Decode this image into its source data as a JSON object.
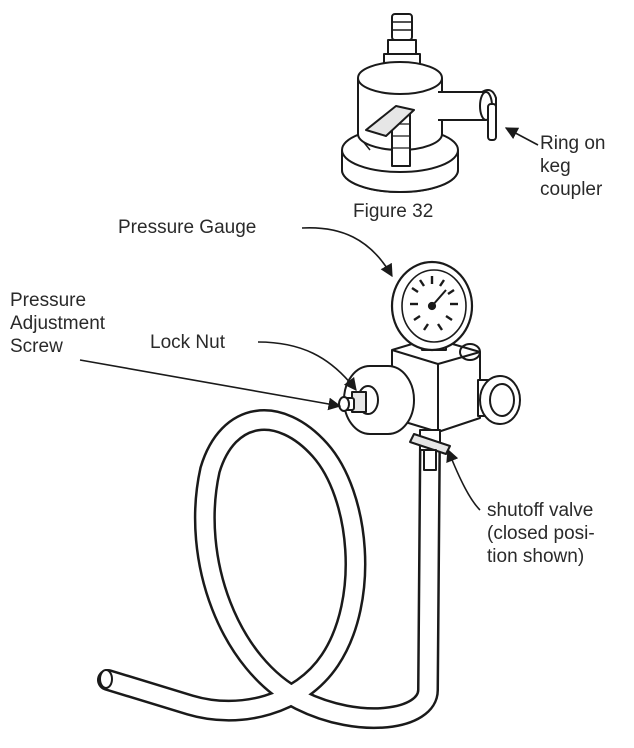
{
  "figure": {
    "caption": "Figure 32"
  },
  "labels": {
    "ring": [
      "Ring on",
      "keg",
      "coupler"
    ],
    "pressure_gauge": "Pressure Gauge",
    "adjustment_screw": [
      "Pressure",
      "Adjustment",
      "Screw"
    ],
    "lock_nut": "Lock Nut",
    "shutoff_valve": [
      "shutoff valve",
      "(closed posi-",
      "tion shown)"
    ]
  },
  "colors": {
    "line": "#1a1a1a",
    "fill": "#ffffff",
    "shade": "#d9d9d9",
    "text": "#2a2a2a"
  }
}
